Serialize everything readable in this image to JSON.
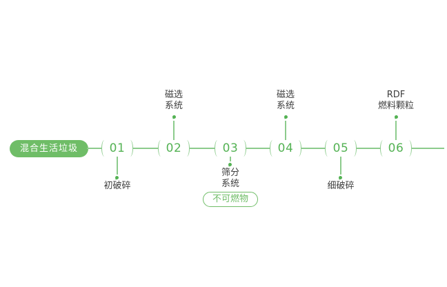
{
  "diagram": {
    "start_badge": {
      "label": "混合生活垃圾"
    },
    "nodes": [
      {
        "number": "01",
        "label": "初破碎",
        "label_position": "below"
      },
      {
        "number": "02",
        "label_line1": "磁选",
        "label_line2": "系统",
        "label_position": "above"
      },
      {
        "number": "03",
        "label_line1": "筛分",
        "label_line2": "系统",
        "label_position": "below",
        "badge_label": "不可燃物"
      },
      {
        "number": "04",
        "label_line1": "磁选",
        "label_line2": "系统",
        "label_position": "above"
      },
      {
        "number": "05",
        "label": "细破碎",
        "label_position": "below"
      },
      {
        "number": "06",
        "label_line1": "RDF",
        "label_line2": "燃料颗粒",
        "label_position": "above"
      }
    ],
    "colors": {
      "line": "#8ccb8c",
      "number": "#54b254",
      "badge_bg": "#6fbd67",
      "badge_text": "#ffffff",
      "label_text": "#3d3d3d"
    }
  }
}
